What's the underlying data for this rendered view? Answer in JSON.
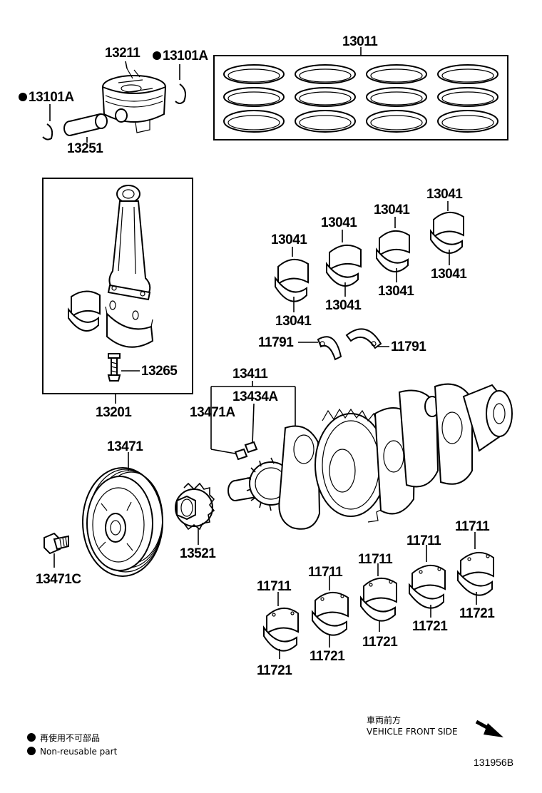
{
  "diagram": {
    "labels": {
      "l13211": "13211",
      "l13101A_right": "13101A",
      "l13101A_left": "13101A",
      "l13251": "13251",
      "l13011": "13011",
      "l13265": "13265",
      "l13201": "13201",
      "l13041_a_top": "13041",
      "l13041_a_bot": "13041",
      "l13041_b_top": "13041",
      "l13041_b_bot": "13041",
      "l13041_c_top": "13041",
      "l13041_c_bot": "13041",
      "l13041_d_top": "13041",
      "l13041_d_bot": "13041",
      "l11791_left": "11791",
      "l11791_right": "11791",
      "l13411": "13411",
      "l13434A": "13434A",
      "l13471A": "13471A",
      "l13471": "13471",
      "l13471C": "13471C",
      "l13521": "13521",
      "l11711_a": "11711",
      "l11711_b": "11711",
      "l11711_c": "11711",
      "l11711_d": "11711",
      "l11711_e": "11711",
      "l11721_a": "11721",
      "l11721_b": "11721",
      "l11721_c": "11721",
      "l11721_d": "11721",
      "l11721_e": "11721"
    },
    "legend": {
      "jp": "再使用不可部品",
      "en": "Non-reusable part"
    },
    "direction": {
      "jp": "車両前方",
      "en": "VEHICLE FRONT SIDE"
    },
    "reference": "131956B",
    "icons": [
      "non-reusable-dot-icon",
      "front-arrow-icon"
    ]
  }
}
